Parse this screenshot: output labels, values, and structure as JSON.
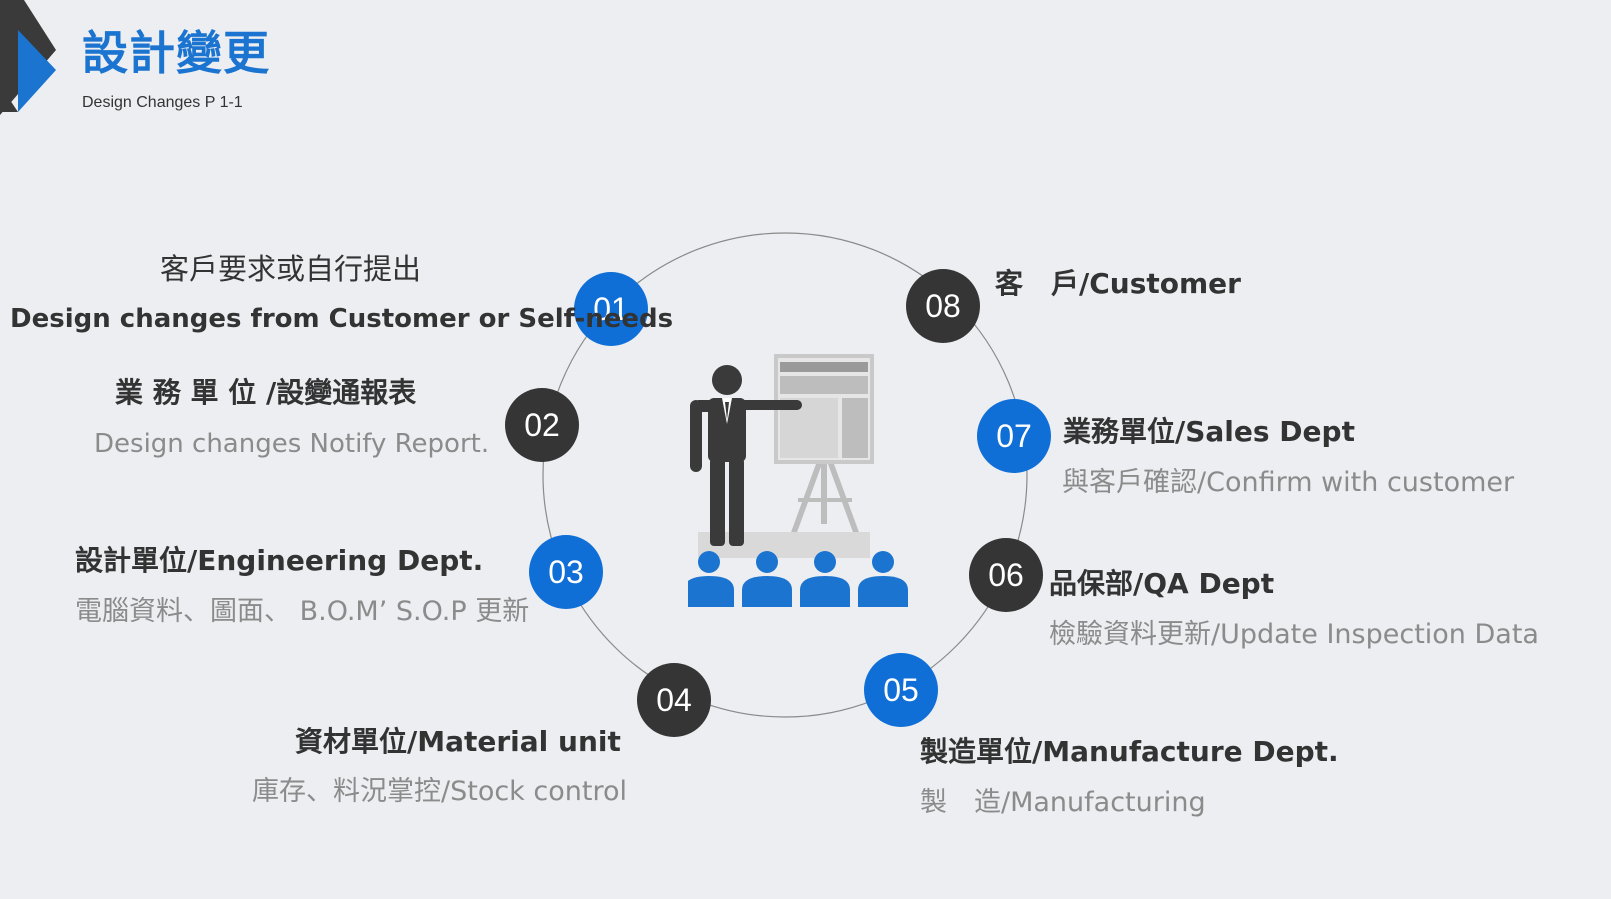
{
  "header": {
    "title": "設計變更",
    "subtitle": "Design Changes P 1-1"
  },
  "steps": [
    {
      "num": "01",
      "color": "blue",
      "line1": "客戶要求或自行提出",
      "line2": "Design changes from Customer or Self-needs"
    },
    {
      "num": "02",
      "color": "dark",
      "line1": "業 務 單 位 /設變通報表",
      "line2": "Design changes Notify Report."
    },
    {
      "num": "03",
      "color": "blue",
      "line1": "設計單位/Engineering Dept.",
      "line2": "電腦資料、圖面、 B.O.M’ S.O.P 更新"
    },
    {
      "num": "04",
      "color": "dark",
      "line1": "資材單位/Material unit",
      "line2": "庫存、料況掌控/Stock control"
    },
    {
      "num": "05",
      "color": "blue",
      "line1": "製造單位/Manufacture Dept.",
      "line2": "製　造/Manufacturing"
    },
    {
      "num": "06",
      "color": "dark",
      "line1": "品保部/QA Dept",
      "line2": "檢驗資料更新/Update Inspection Data"
    },
    {
      "num": "07",
      "color": "blue",
      "line1": "業務單位/Sales Dept",
      "line2": "與客戶確認/Confirm  with customer"
    },
    {
      "num": "08",
      "color": "dark",
      "line1": "客　戶/Customer",
      "line2": ""
    }
  ],
  "colors": {
    "blue": "#0f6fd6",
    "dark": "#353535",
    "background": "#eceef2"
  },
  "icons": [
    "presenter-icon",
    "audience-icon"
  ]
}
